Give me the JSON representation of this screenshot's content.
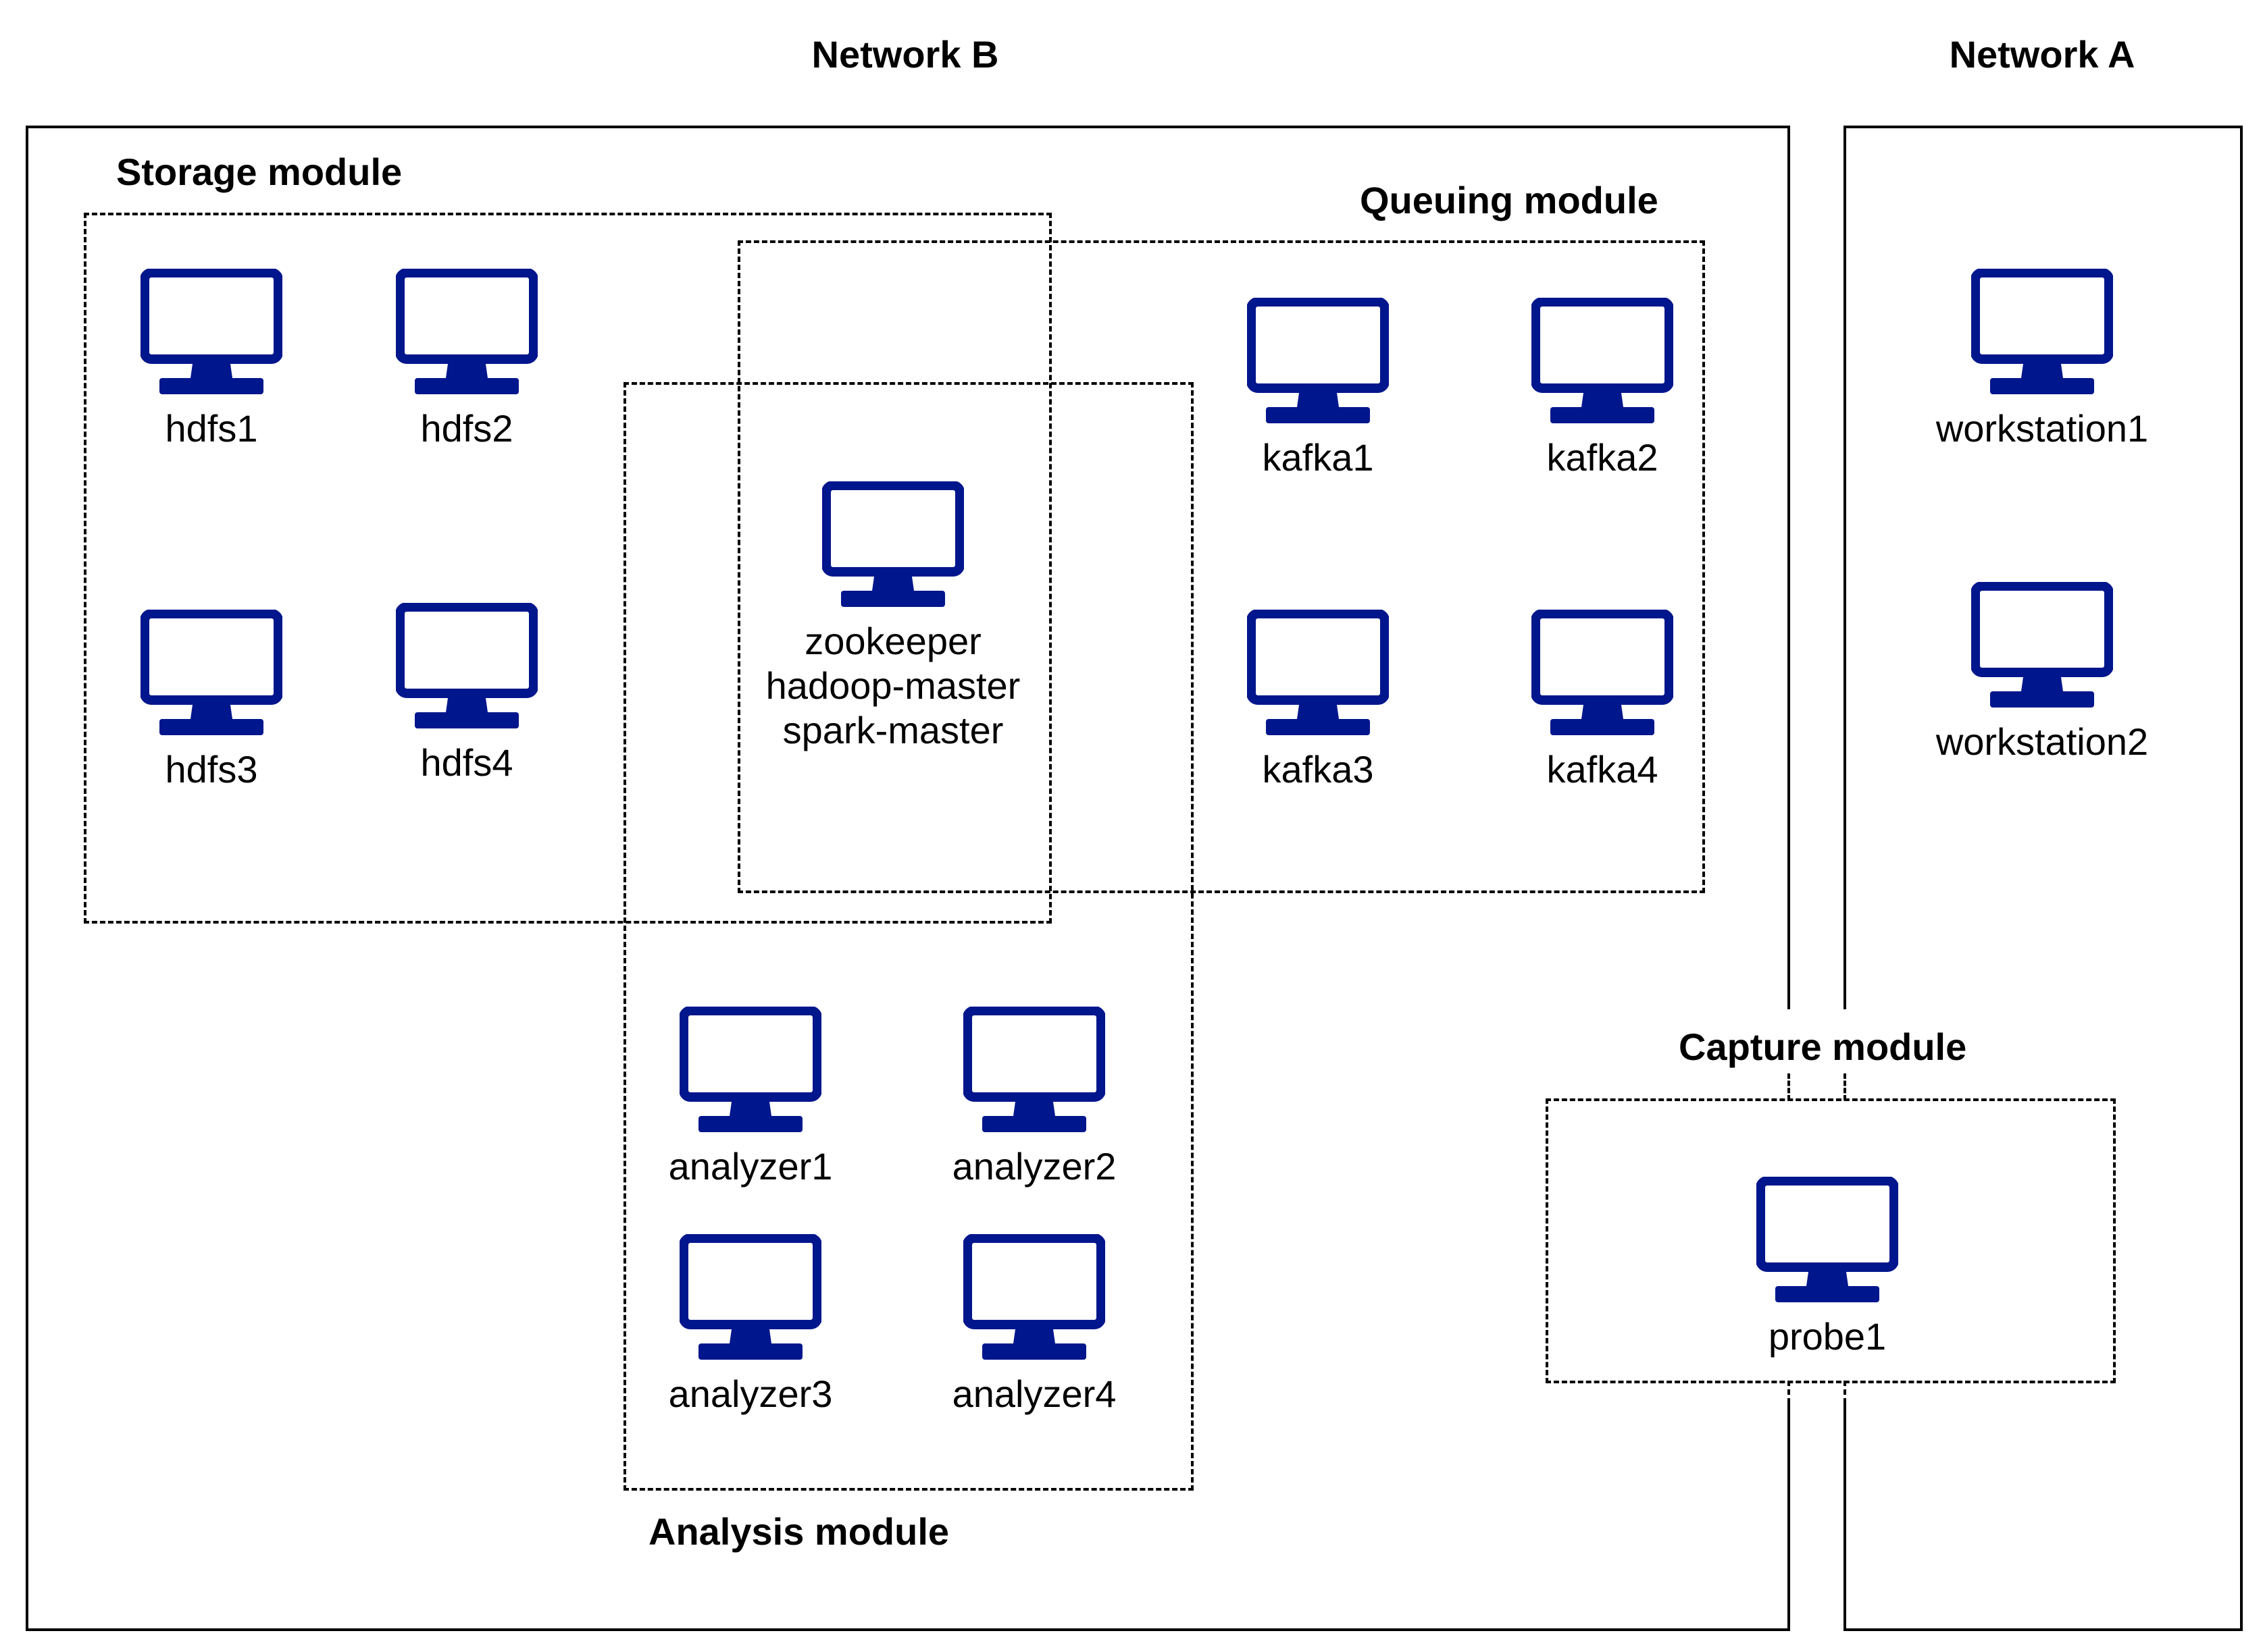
{
  "networks": {
    "b": {
      "title": "Network B"
    },
    "a": {
      "title": "Network A"
    }
  },
  "modules": {
    "storage": "Storage module",
    "queuing": "Queuing module",
    "analysis": "Analysis module",
    "capture": "Capture module"
  },
  "icon": {
    "name": "computer-monitor-icon",
    "color": "#00168C"
  },
  "nodes": {
    "hdfs1": "hdfs1",
    "hdfs2": "hdfs2",
    "hdfs3": "hdfs3",
    "hdfs4": "hdfs4",
    "kafka1": "kafka1",
    "kafka2": "kafka2",
    "kafka3": "kafka3",
    "kafka4": "kafka4",
    "master": {
      "line1": "zookeeper",
      "line2": "hadoop-master",
      "line3": "spark-master"
    },
    "analyzer1": "analyzer1",
    "analyzer2": "analyzer2",
    "analyzer3": "analyzer3",
    "analyzer4": "analyzer4",
    "workstation1": "workstation1",
    "workstation2": "workstation2",
    "probe1": "probe1"
  }
}
